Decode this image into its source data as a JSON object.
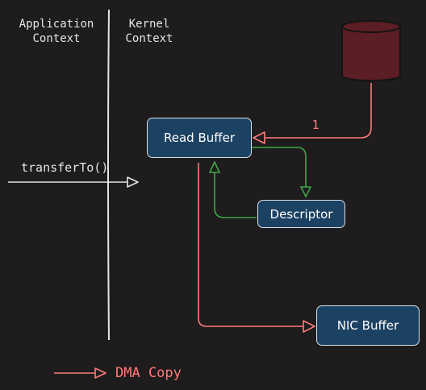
{
  "contexts": {
    "application_line1": "Application",
    "application_line2": "Context",
    "kernel_line1": "Kernel",
    "kernel_line2": "Context"
  },
  "call": {
    "label": "transferTo()"
  },
  "nodes": {
    "read_buffer": "Read Buffer",
    "descriptor": "Descriptor",
    "nic_buffer": "NIC Buffer"
  },
  "disk_to_buffer_step": "1",
  "legend": {
    "dma_copy": "DMA Copy"
  },
  "colors": {
    "background": "#1e1c1c",
    "box_fill": "#1c4263",
    "disk_fill": "#5a1e24",
    "dma_arrow": "#ff7b7b",
    "descriptor_arrow": "#3ea84b",
    "line": "#e6e6e6"
  }
}
